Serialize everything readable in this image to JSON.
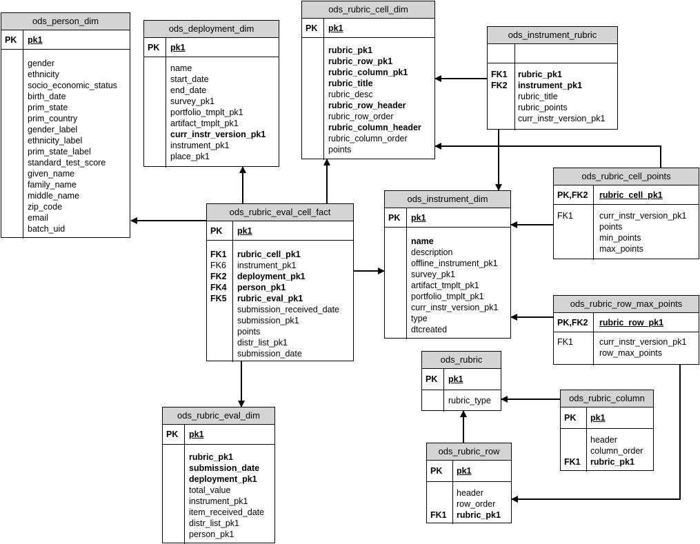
{
  "entities": [
    {
      "id": "ods_person_dim",
      "title": "ods_person_dim",
      "pk": {
        "key": "PK",
        "field": "pk1"
      },
      "fields": [
        {
          "name": "gender"
        },
        {
          "name": "ethnicity"
        },
        {
          "name": "socio_economic_status"
        },
        {
          "name": "birth_date"
        },
        {
          "name": "prim_state"
        },
        {
          "name": "prim_country"
        },
        {
          "name": "gender_label"
        },
        {
          "name": "ethnicity_label"
        },
        {
          "name": "prim_state_label"
        },
        {
          "name": "standard_test_score"
        },
        {
          "name": "given_name"
        },
        {
          "name": "family_name"
        },
        {
          "name": "middle_name"
        },
        {
          "name": "zip_code"
        },
        {
          "name": "email"
        },
        {
          "name": "batch_uid"
        }
      ]
    },
    {
      "id": "ods_deployment_dim",
      "title": "ods_deployment_dim",
      "pk": {
        "key": "PK",
        "field": "pk1"
      },
      "fields": [
        {
          "name": "name"
        },
        {
          "name": "start_date"
        },
        {
          "name": "end_date"
        },
        {
          "name": "survey_pk1"
        },
        {
          "name": "portfolio_tmplt_pk1"
        },
        {
          "name": "artifact_tmplt_pk1"
        },
        {
          "name": "curr_instr_version_pk1",
          "bold": true
        },
        {
          "name": "instrument_pk1"
        },
        {
          "name": "place_pk1"
        }
      ]
    },
    {
      "id": "ods_rubric_cell_dim",
      "title": "ods_rubric_cell_dim",
      "pk": {
        "key": "PK",
        "field": "pk1"
      },
      "fields": [
        {
          "name": "rubric_pk1",
          "bold": true
        },
        {
          "name": "rubric_row_pk1",
          "bold": true
        },
        {
          "name": "rubric_column_pk1",
          "bold": true
        },
        {
          "name": "rubric_title",
          "bold": true
        },
        {
          "name": "rubric_desc"
        },
        {
          "name": "rubric_row_header",
          "bold": true
        },
        {
          "name": "rubric_row_order"
        },
        {
          "name": "rubric_column_header",
          "bold": true
        },
        {
          "name": "rubric_column_order"
        },
        {
          "name": "points"
        }
      ]
    },
    {
      "id": "ods_instrument_rubric",
      "title": "ods_instrument_rubric",
      "pk": {
        "key": "",
        "field": ""
      },
      "fields": [
        {
          "name": "rubric_pk1",
          "bold": true,
          "key": "FK1"
        },
        {
          "name": "instrument_pk1",
          "bold": true,
          "key": "FK2"
        },
        {
          "name": "rubric_title"
        },
        {
          "name": "rubric_points"
        },
        {
          "name": "curr_instr_version_pk1"
        }
      ]
    },
    {
      "id": "ods_rubric_cell_points",
      "title": "ods_rubric_cell_points",
      "pk": {
        "key": "PK,FK2",
        "field": "rubric_cell_pk1"
      },
      "fields": [
        {
          "name": "curr_instr_version_pk1",
          "key": "FK1",
          "keybold": false
        },
        {
          "name": "points"
        },
        {
          "name": "min_points"
        },
        {
          "name": "max_points"
        }
      ]
    },
    {
      "id": "ods_instrument_dim",
      "title": "ods_instrument_dim",
      "pk": {
        "key": "PK",
        "field": "pk1"
      },
      "fields": [
        {
          "name": "name",
          "bold": true
        },
        {
          "name": "description"
        },
        {
          "name": "offline_instrument_pk1"
        },
        {
          "name": "survey_pk1"
        },
        {
          "name": "artifact_tmplt_pk1"
        },
        {
          "name": "portfolio_tmplt_pk1"
        },
        {
          "name": "curr_instr_version_pk1"
        },
        {
          "name": "type"
        },
        {
          "name": "dtcreated"
        }
      ]
    },
    {
      "id": "ods_rubric_eval_cell_fact",
      "title": "ods_rubric_eval_cell_fact",
      "pk": {
        "key": "PK",
        "field": "pk1"
      },
      "fields": [
        {
          "name": "rubric_cell_pk1",
          "bold": true,
          "key": "FK1"
        },
        {
          "name": "instrument_pk1",
          "key": "FK6",
          "keybold": false
        },
        {
          "name": "deployment_pk1",
          "bold": true,
          "key": "FK2"
        },
        {
          "name": "person_pk1",
          "bold": true,
          "key": "FK4"
        },
        {
          "name": "rubric_eval_pk1",
          "bold": true,
          "key": "FK5"
        },
        {
          "name": "submission_received_date"
        },
        {
          "name": "submission_pk1"
        },
        {
          "name": "points"
        },
        {
          "name": "distr_list_pk1"
        },
        {
          "name": "submission_date"
        }
      ]
    },
    {
      "id": "ods_rubric_row_max_points",
      "title": "ods_rubric_row_max_points",
      "pk": {
        "key": "PK,FK2",
        "field": "rubric_row_pk1"
      },
      "fields": [
        {
          "name": "curr_instr_version_pk1",
          "key": "FK1",
          "keybold": false
        },
        {
          "name": "row_max_points"
        }
      ]
    },
    {
      "id": "ods_rubric",
      "title": "ods_rubric",
      "pk": {
        "key": "PK",
        "field": "pk1"
      },
      "fields": [
        {
          "name": "rubric_type"
        }
      ]
    },
    {
      "id": "ods_rubric_column",
      "title": "ods_rubric_column",
      "pk": {
        "key": "PK",
        "field": "pk1"
      },
      "fields": [
        {
          "name": "header"
        },
        {
          "name": "column_order"
        },
        {
          "name": "rubric_pk1",
          "bold": true,
          "key": "FK1"
        }
      ]
    },
    {
      "id": "ods_rubric_eval_dim",
      "title": "ods_rubric_eval_dim",
      "pk": {
        "key": "PK",
        "field": "pk1"
      },
      "fields": [
        {
          "name": "rubric_pk1",
          "bold": true
        },
        {
          "name": "submission_date",
          "bold": true
        },
        {
          "name": "deployment_pk1",
          "bold": true
        },
        {
          "name": "total_value"
        },
        {
          "name": "instrument_pk1"
        },
        {
          "name": "item_received_date"
        },
        {
          "name": "distr_list_pk1"
        },
        {
          "name": "person_pk1"
        }
      ]
    },
    {
      "id": "ods_rubric_row",
      "title": "ods_rubric_row",
      "pk": {
        "key": "PK",
        "field": "pk1"
      },
      "fields": [
        {
          "name": "header"
        },
        {
          "name": "row_order"
        },
        {
          "name": "rubric_pk1",
          "bold": true,
          "key": "FK1"
        }
      ]
    }
  ]
}
